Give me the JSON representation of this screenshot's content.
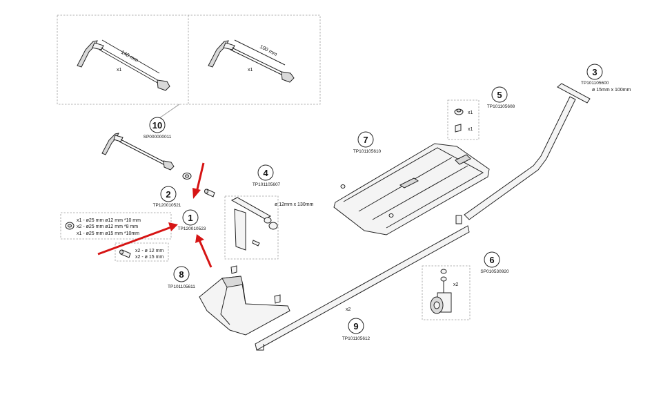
{
  "parts": [
    {
      "num": "1",
      "code": "TP120010523"
    },
    {
      "num": "2",
      "code": "TP120010521"
    },
    {
      "num": "3",
      "code": "TP101105600",
      "spec": "ø 15mm x 100mm"
    },
    {
      "num": "4",
      "code": "TP101105607",
      "spec": "ø 12mm x 130mm"
    },
    {
      "num": "5",
      "code": "TP101105608"
    },
    {
      "num": "6",
      "code": "SP010530920"
    },
    {
      "num": "7",
      "code": "TP101105610"
    },
    {
      "num": "8",
      "code": "TP101105611"
    },
    {
      "num": "9",
      "code": "TP101105612"
    },
    {
      "num": "10",
      "code": "SP000000011"
    }
  ],
  "axle_140": {
    "length": "140 mm",
    "qty": "x1"
  },
  "axle_100": {
    "length": "100 mm",
    "qty": "x1"
  },
  "washers": [
    "x1 - ø25 mm  ø12 mm *10 mm",
    "x2 - ø25 mm  ø12 mm *8 mm",
    "x1 - ø25 mm  ø15 mm *10mm"
  ],
  "spacers": [
    "x2 - ø 12 mm",
    "x2 - ø 15 mm"
  ],
  "part5_qty": [
    "x1",
    "x1"
  ],
  "part6_qty": "x2",
  "part9_qty": "x2",
  "colors": {
    "arrow": "#d61414",
    "line": "#222222",
    "box": "#9a9a9a"
  }
}
